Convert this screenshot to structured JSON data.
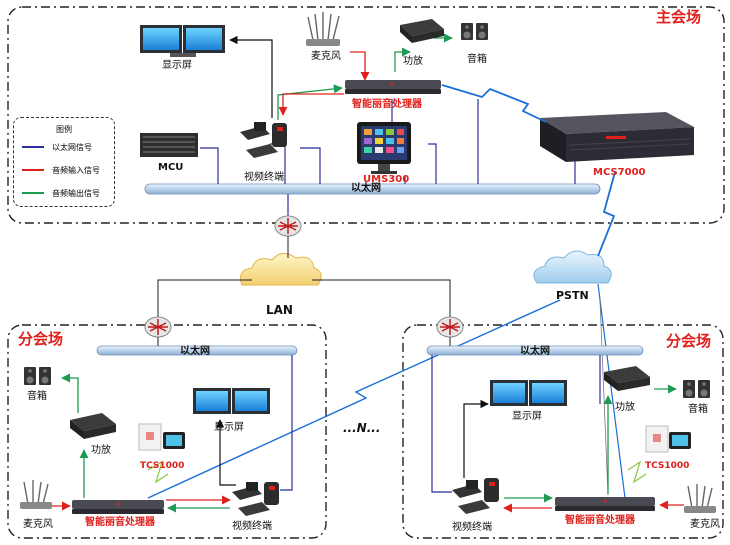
{
  "sites": {
    "main": "主会场",
    "branch_left": "分会场",
    "branch_right": "分会场"
  },
  "labels": {
    "display": "显示屏",
    "mic": "麦克风",
    "amp": "功放",
    "speaker": "音箱",
    "processor": "智能丽音处理器",
    "mcu": "MCU",
    "video_terminal": "视频终端",
    "ums": "UMS300",
    "ethernet": "以太网",
    "mcs": "MCS7000",
    "lan": "LAN",
    "pstn": "PSTN",
    "tcs": "TCS1000",
    "ellipsis": "...N..."
  },
  "legend": {
    "title": "图例",
    "items": [
      {
        "label": "以太网信号",
        "color": "#2b2f9a"
      },
      {
        "label": "音频输入信号",
        "color": "#e0201c"
      },
      {
        "label": "音频输出信号",
        "color": "#1f9a52"
      }
    ]
  },
  "colors": {
    "ethernet": "#2b2f9a",
    "audio_in": "#e0201c",
    "audio_out": "#1f9a52",
    "bus": "#cfe0f2",
    "wireless": "#1a6fd8",
    "site_label": "#e0201c"
  }
}
